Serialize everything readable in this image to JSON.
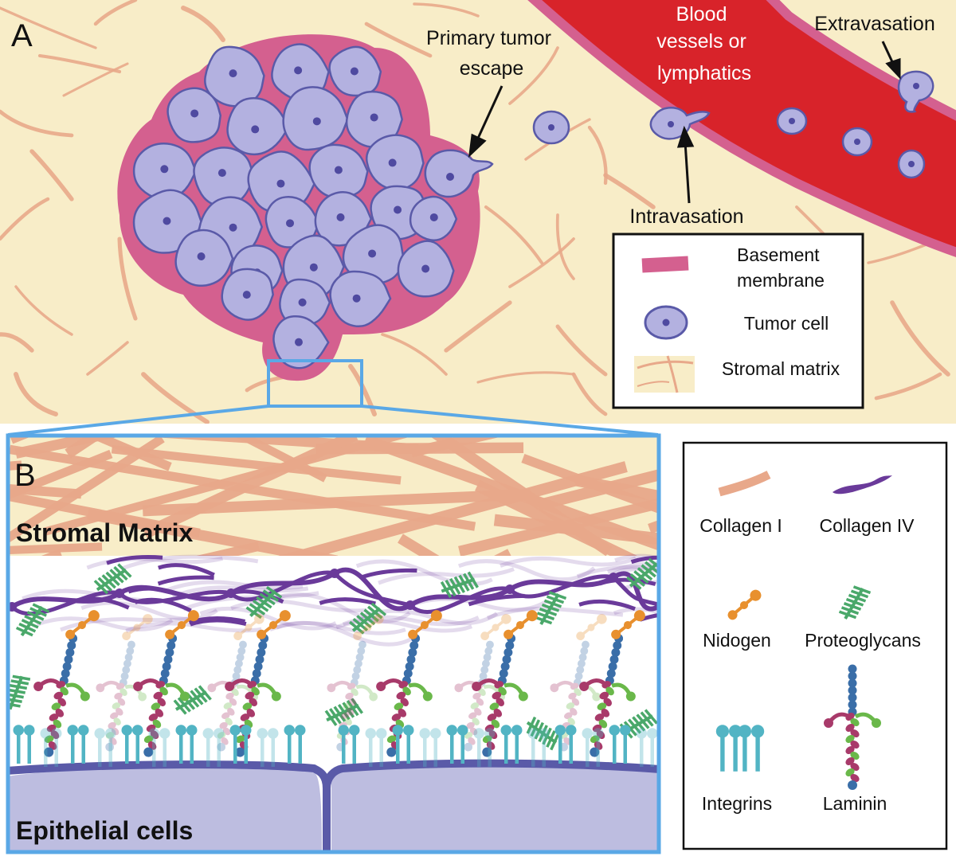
{
  "panel_a": {
    "letter": "A",
    "annotations": {
      "primary_tumor_escape": [
        "Primary tumor",
        "escape"
      ],
      "blood_vessels": [
        "Blood",
        "vessels or",
        "lymphatics"
      ],
      "extravasation": "Extravasation",
      "intravasation": "Intravasation"
    },
    "legend": {
      "basement_membrane": [
        "Basement",
        "membrane"
      ],
      "tumor_cell": "Tumor cell",
      "stromal_matrix": "Stromal matrix"
    }
  },
  "panel_b": {
    "letter": "B",
    "stromal_matrix_label": "Stromal Matrix",
    "epithelial_cells_label": "Epithelial cells",
    "legend": {
      "collagen_i": "Collagen I",
      "collagen_iv": "Collagen IV",
      "nidogen": "Nidogen",
      "proteoglycans": "Proteoglycans",
      "integrins": "Integrins",
      "laminin": "Laminin"
    }
  },
  "colors": {
    "stroma_background": "#f8edc8",
    "collagen_i": "#e8a88a",
    "collagen_iv": "#6a3a9a",
    "basement_membrane": "#d4608f",
    "vessel": "#d8232a",
    "tumor_cell_fill": "#b3b1e0",
    "tumor_cell_outline": "#5a5aa8",
    "nucleus": "#4f4aa0",
    "zoom_box": "#5aa8e6",
    "nidogen": "#e8902e",
    "proteoglycan": "#4aa86a",
    "integrin": "#52b4c4",
    "laminin_a": "#3a6ea8",
    "laminin_b": "#a83a6a",
    "laminin_c": "#6ab84a",
    "epithelium": "#bdbde0"
  }
}
